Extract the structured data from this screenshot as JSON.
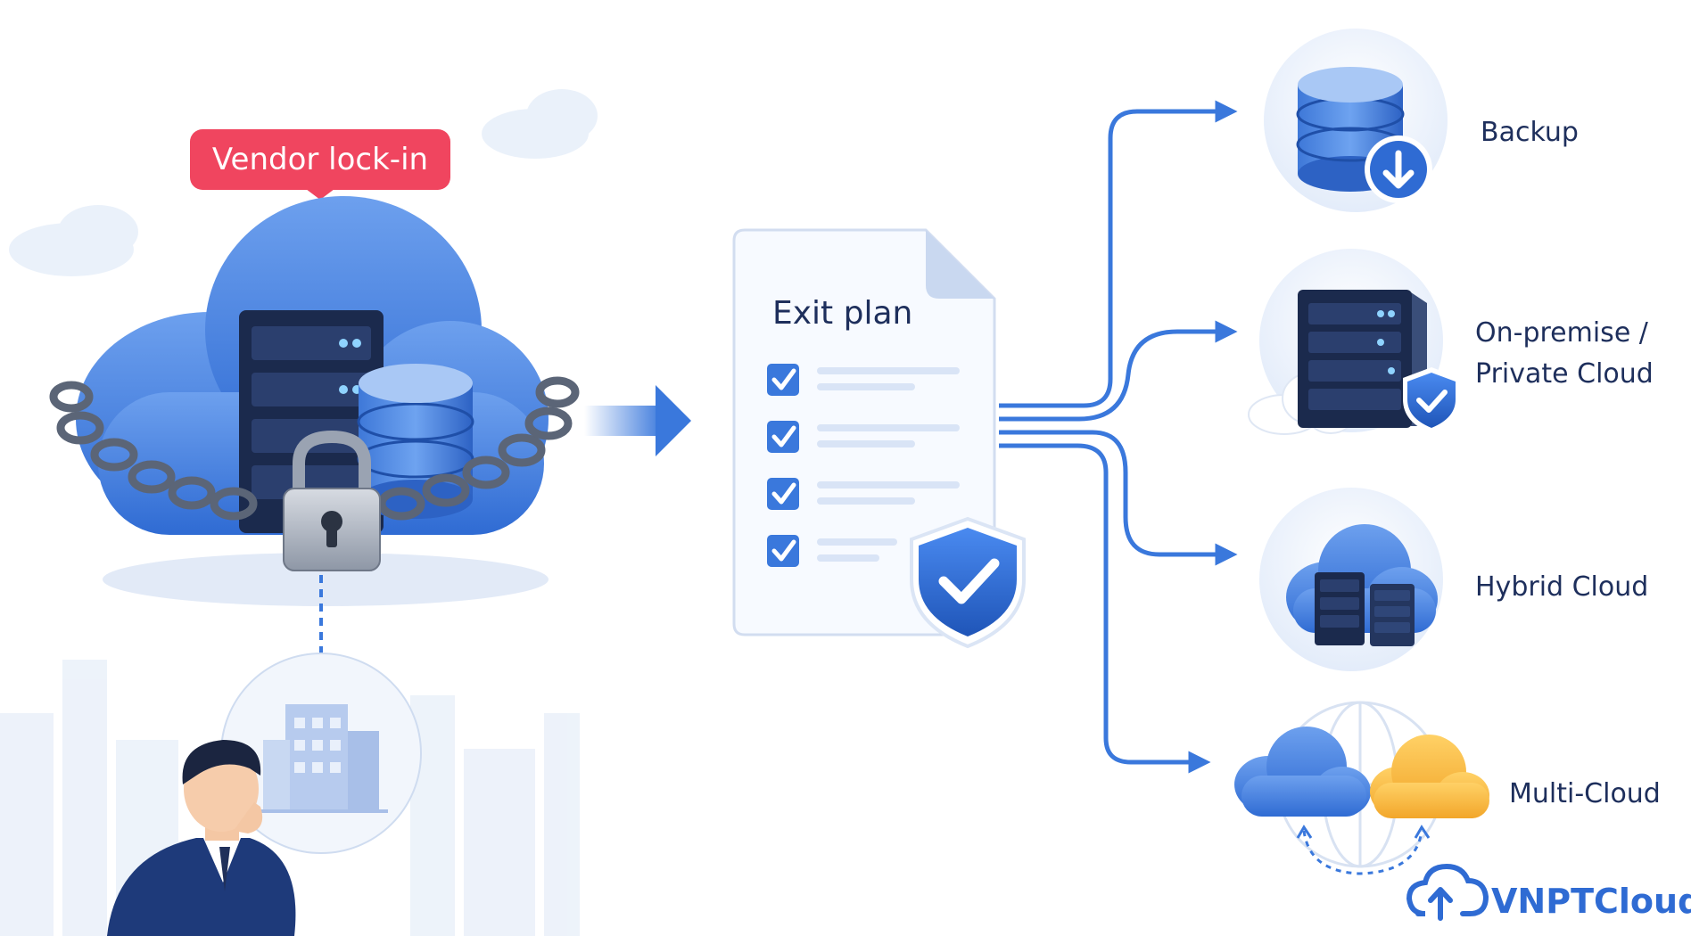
{
  "lockin": {
    "badge_label": "Vendor lock-in"
  },
  "exit_plan": {
    "title": "Exit plan",
    "checklist_count_visual": 4
  },
  "destinations": [
    {
      "id": "backup",
      "label_lines": [
        "Backup"
      ]
    },
    {
      "id": "onprem",
      "label_lines": [
        "On-premise /",
        "Private Cloud"
      ]
    },
    {
      "id": "hybrid",
      "label_lines": [
        "Hybrid Cloud"
      ]
    },
    {
      "id": "multi",
      "label_lines": [
        "Multi-Cloud"
      ]
    }
  ],
  "brand": {
    "name": "VNPTCloud"
  },
  "colors": {
    "primary_blue": "#3a78dc",
    "dark_blue": "#1f4fa8",
    "navy": "#1b2a4d",
    "badge_red": "#f0455f",
    "orange_cloud": "#f5b53a",
    "label_navy": "#1e2f5c"
  }
}
